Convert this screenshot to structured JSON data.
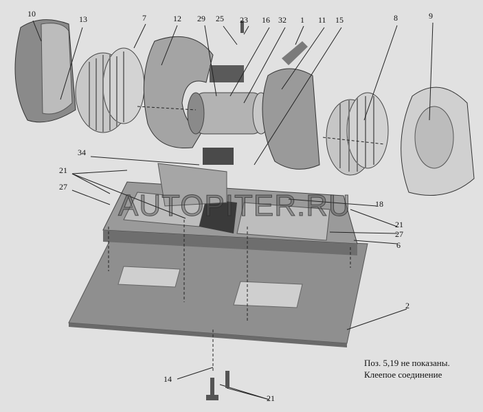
{
  "diagram": {
    "labels": [
      "10",
      "13",
      "7",
      "12",
      "29",
      "25",
      "23",
      "16",
      "32",
      "1",
      "11",
      "15",
      "8",
      "9",
      "34",
      "21",
      "27",
      "18",
      "21",
      "27",
      "6",
      "2",
      "14",
      "21"
    ],
    "caption_line1": "Поз. 5,19 не показаны.",
    "caption_line2": "Клеепое соединение",
    "watermark": "AUTOPITER.RU"
  }
}
